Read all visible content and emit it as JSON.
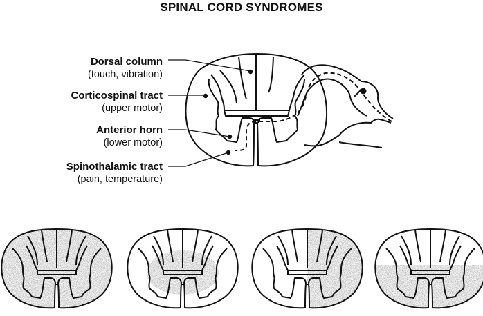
{
  "title": "SPINAL CORD SYNDROMES",
  "labels": [
    {
      "name": "Dorsal column",
      "desc": "(touch, vibration)"
    },
    {
      "name": "Corticospinal tract",
      "desc": "(upper motor)"
    },
    {
      "name": "Anterior horn",
      "desc": "(lower motor)"
    },
    {
      "name": "Spinothalamic tract",
      "desc": "(pain, temperature)"
    }
  ],
  "syndromes": [
    {
      "shading": "complete"
    },
    {
      "shading": "central"
    },
    {
      "shading": "hemisection-right"
    },
    {
      "shading": "anterior"
    }
  ],
  "colors": {
    "ink": "#111111",
    "stipple": "#9a9a9a",
    "background": "#ffffff"
  }
}
